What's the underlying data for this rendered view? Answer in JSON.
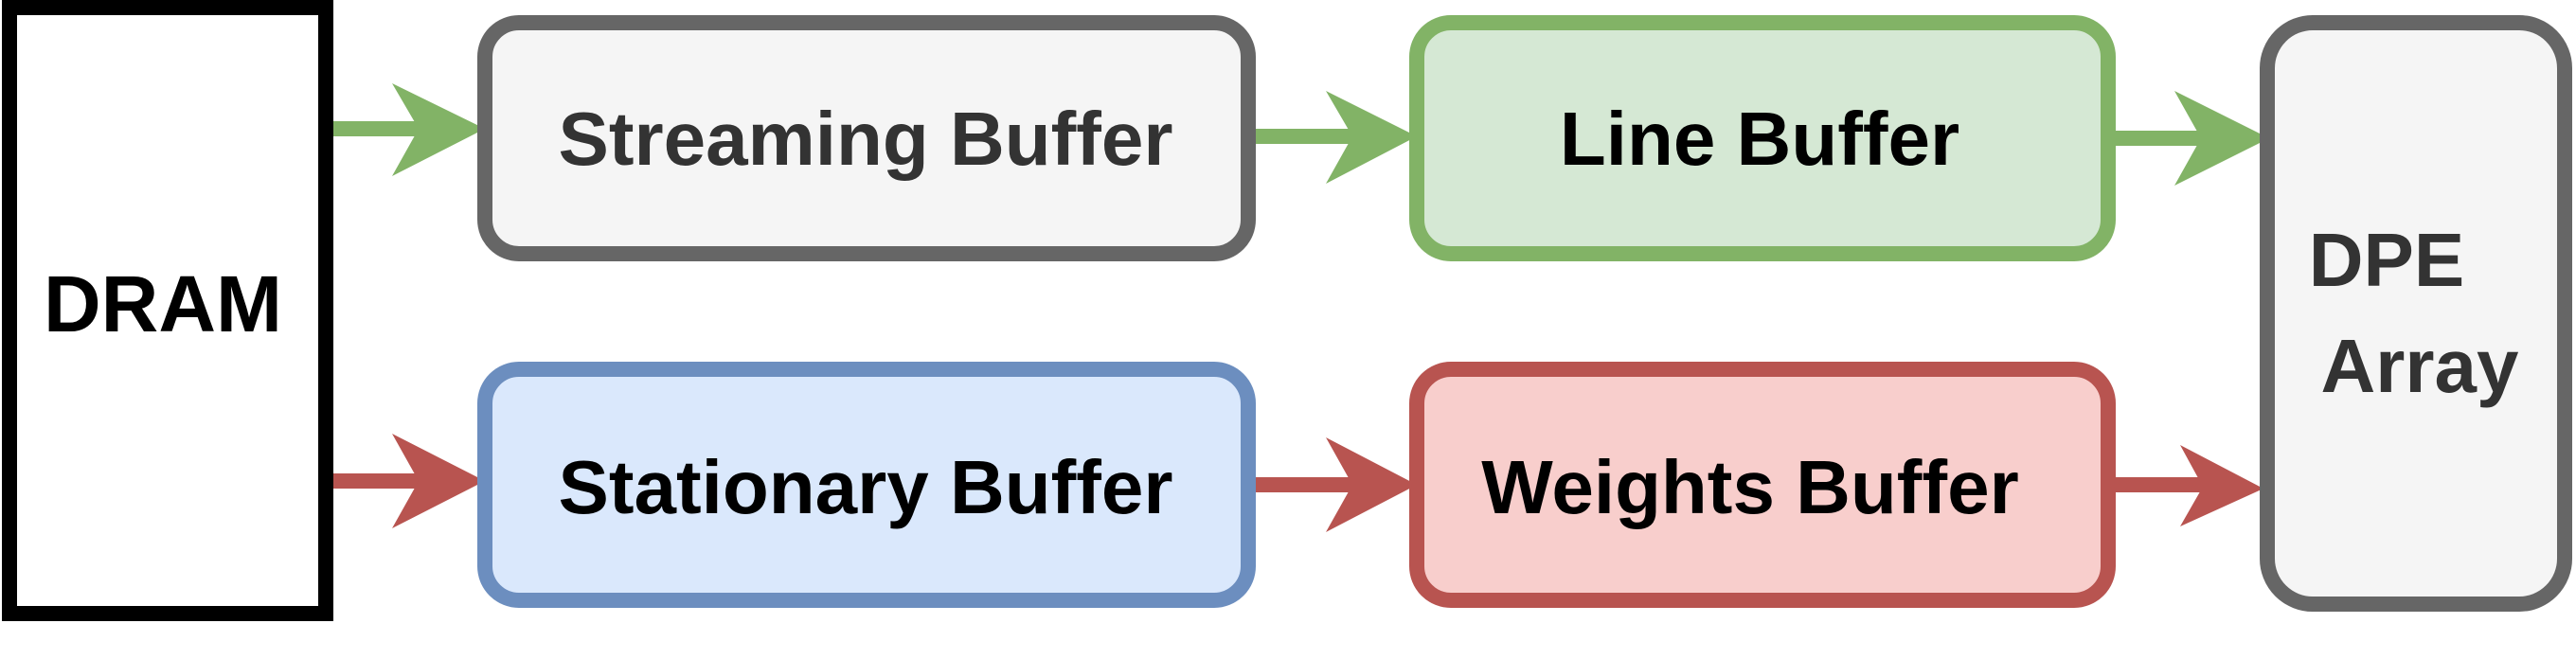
{
  "nodes": {
    "dram": {
      "label": "DRAM",
      "stroke": "#000000",
      "fill": "#ffffff"
    },
    "streaming_buffer": {
      "label": "Streaming Buffer",
      "stroke": "#666666",
      "fill": "#f5f5f5",
      "text_color": "#333333"
    },
    "line_buffer": {
      "label": "Line Buffer",
      "stroke": "#82b366",
      "fill": "#d5e8d4",
      "text_color": "#000000"
    },
    "stationary_buffer": {
      "label": "Stationary Buffer",
      "stroke": "#6c8ebf",
      "fill": "#dae8fc",
      "text_color": "#000000"
    },
    "weights_buffer": {
      "label": "Weights Buffer",
      "stroke": "#b85450",
      "fill": "#f8cecc",
      "text_color": "#000000"
    },
    "dpe_array": {
      "label_line1": "DPE",
      "label_line2": "Array",
      "stroke": "#666666",
      "fill": "#f5f5f5",
      "text_color": "#333333"
    }
  },
  "edges": {
    "dram_to_streaming": {
      "color": "#82b366"
    },
    "streaming_to_line": {
      "color": "#82b366"
    },
    "line_to_dpe": {
      "color": "#82b366"
    },
    "dram_to_stationary": {
      "color": "#b85450"
    },
    "stationary_to_weights": {
      "color": "#b85450"
    },
    "weights_to_dpe": {
      "color": "#b85450"
    }
  }
}
